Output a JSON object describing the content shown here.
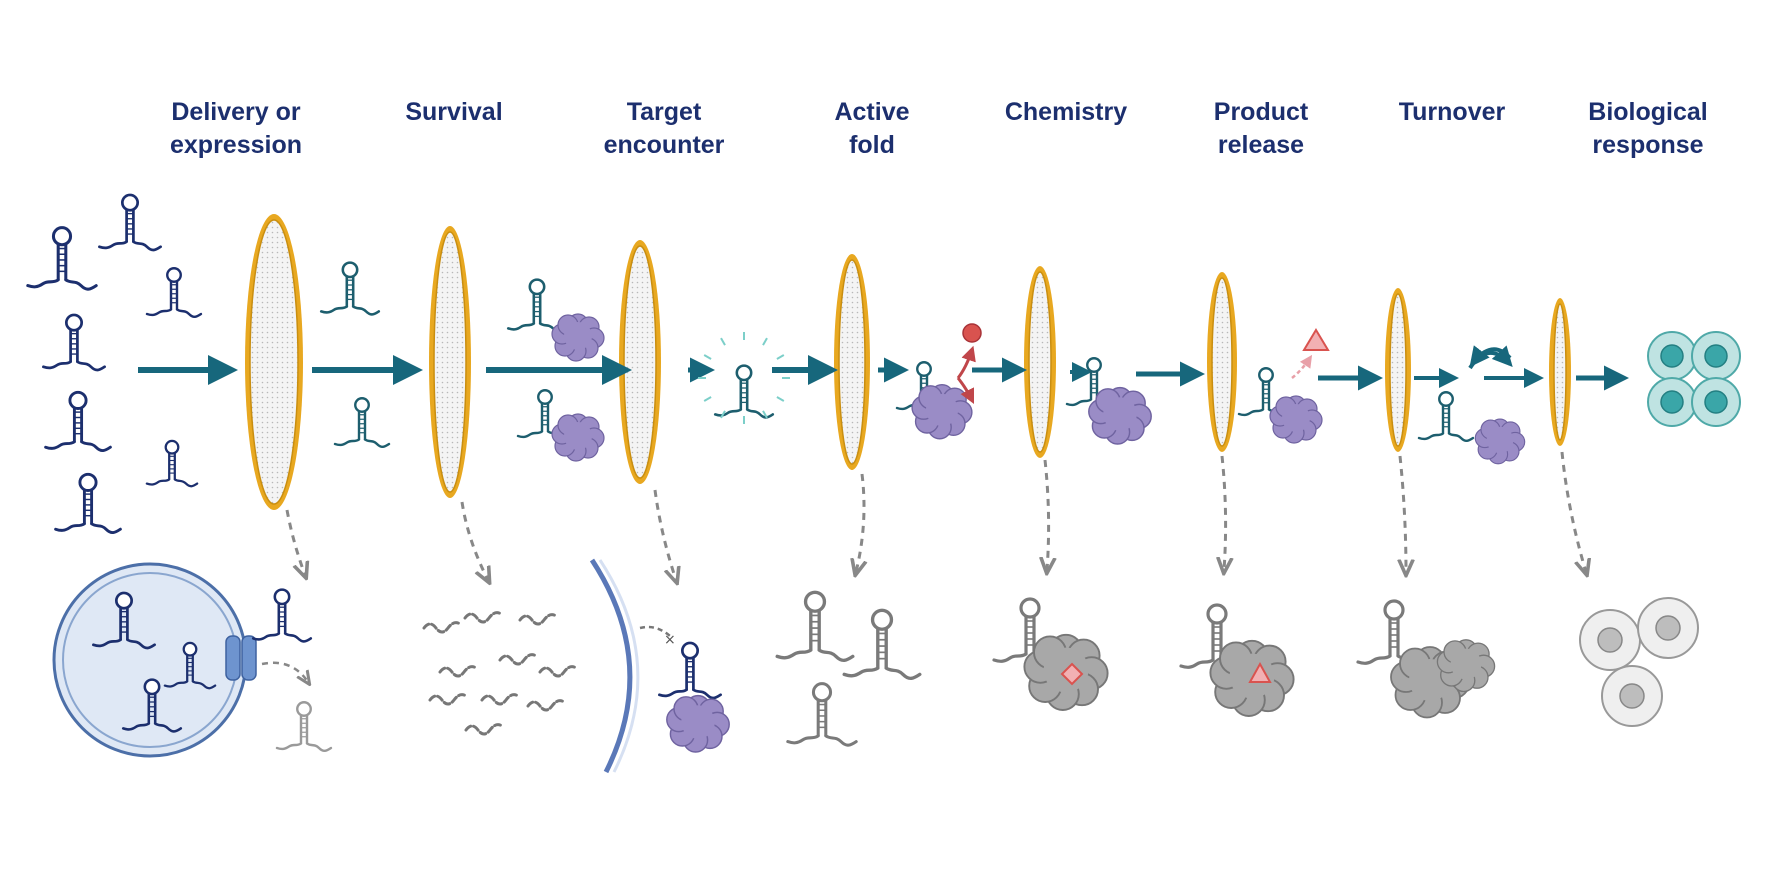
{
  "stages": [
    {
      "line1": "Delivery or",
      "line2": "expression"
    },
    {
      "line1": "",
      "line2": "Survival"
    },
    {
      "line1": "Target",
      "line2": "encounter"
    },
    {
      "line1": "Active",
      "line2": "fold"
    },
    {
      "line1": "",
      "line2": "Chemistry"
    },
    {
      "line1": "Product",
      "line2": "release"
    },
    {
      "line1": "",
      "line2": "Turnover"
    },
    {
      "line1": "Biological",
      "line2": "response"
    }
  ],
  "colors": {
    "rna_navy": "#1c2f6e",
    "rna_teal": "#1d5e6e",
    "arrow_teal": "#17677c",
    "filter_gold": "#e8a820",
    "filter_fill": "#f4f4f4",
    "protein_purple": "#9a8cc6",
    "cell_teal": "#3aa6a8",
    "failure_gray": "#888888",
    "product_red": "#d9534f",
    "membrane_blue": "#dfe8f5"
  }
}
